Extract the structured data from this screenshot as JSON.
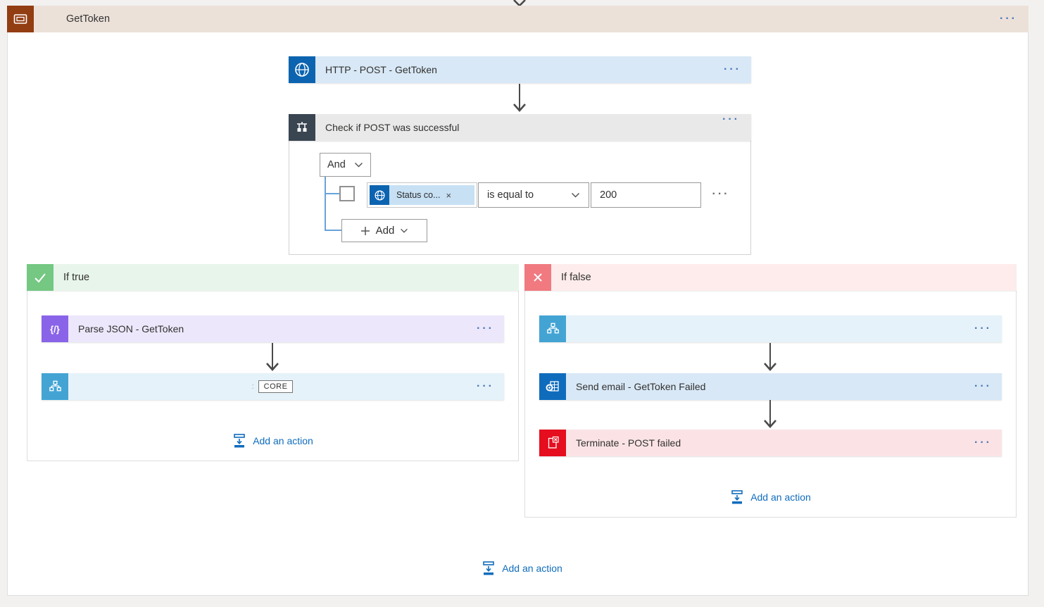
{
  "ui": {
    "ellipsis": "···"
  },
  "scope": {
    "title": "GetToken"
  },
  "flow": {
    "http": {
      "label": "HTTP - POST - GetToken"
    },
    "condition": {
      "title": "Check if POST was successful",
      "join": "And",
      "operand": {
        "token": "Status co...",
        "remove": "×"
      },
      "operator": "is equal to",
      "value": "200",
      "add_label": "Add"
    },
    "if_true": {
      "label": "If true",
      "parse_json": {
        "label": "Parse JSON - GetToken",
        "icon_glyph": "{/}"
      },
      "core_action": {
        "hint": ":",
        "badge": "CORE"
      },
      "add_action_label": "Add an action"
    },
    "if_false": {
      "label": "If false",
      "send_email": {
        "label": "Send email - GetToken Failed"
      },
      "terminate": {
        "label": "Terminate - POST failed"
      },
      "add_action_label": "Add an action"
    },
    "add_action_label": "Add an action"
  },
  "colors": {
    "scope_accent": "#933d12",
    "scope_header_bg": "#ece1d9",
    "http_accent": "#0c64b0",
    "condition_accent": "#3a4552",
    "true_accent": "#74c882",
    "false_accent": "#f07a80",
    "parse_json_accent": "#8a64e8",
    "compose_accent": "#43a4d4",
    "outlook_accent": "#0f6cbd",
    "terminate_accent": "#e50d1e",
    "link_blue": "#0f6cbd",
    "connector_blue": "#69a2d9",
    "page_bg": "#f2f1f0"
  }
}
